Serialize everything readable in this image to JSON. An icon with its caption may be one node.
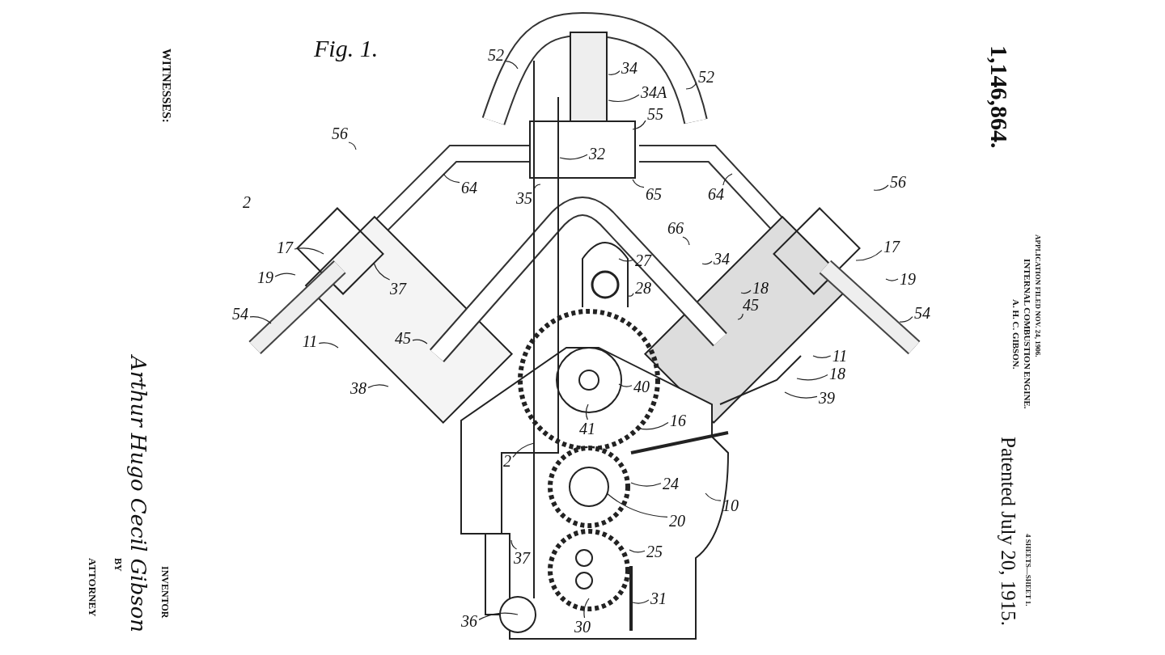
{
  "diagram": {
    "title": "Fig. 1.",
    "nodes": [
      {
        "text": [
          "52"
        ]
      },
      {
        "text": [
          "34"
        ]
      },
      {
        "text": [
          "34A"
        ]
      },
      {
        "text": [
          "55"
        ]
      },
      {
        "text": [
          "32"
        ]
      },
      {
        "text": [
          "35"
        ]
      },
      {
        "text": [
          "65"
        ]
      },
      {
        "text": [
          "52"
        ]
      },
      {
        "text": [
          "64"
        ]
      },
      {
        "text": [
          "56"
        ]
      },
      {
        "text": [
          "17"
        ]
      },
      {
        "text": [
          "19"
        ]
      },
      {
        "text": [
          "37"
        ]
      },
      {
        "text": [
          "54"
        ]
      },
      {
        "text": [
          "11"
        ]
      },
      {
        "text": [
          "45"
        ]
      },
      {
        "text": [
          "64"
        ]
      },
      {
        "text": [
          "66"
        ]
      },
      {
        "text": [
          "56"
        ]
      },
      {
        "text": [
          "34"
        ]
      },
      {
        "text": [
          "17"
        ]
      },
      {
        "text": [
          "18"
        ]
      },
      {
        "text": [
          "19"
        ]
      },
      {
        "text": [
          "45"
        ]
      },
      {
        "text": [
          "54"
        ]
      },
      {
        "text": [
          "27"
        ]
      },
      {
        "text": [
          "28"
        ]
      },
      {
        "text": [
          "11"
        ]
      },
      {
        "text": [
          "18"
        ]
      },
      {
        "text": [
          "39"
        ]
      },
      {
        "text": [
          "38"
        ]
      },
      {
        "text": [
          "40"
        ]
      },
      {
        "text": [
          "41"
        ]
      },
      {
        "text": [
          "16"
        ]
      },
      {
        "text": [
          "2"
        ]
      },
      {
        "text": [
          "24"
        ]
      },
      {
        "text": [
          "20"
        ]
      },
      {
        "text": [
          "10"
        ]
      },
      {
        "text": [
          "25"
        ]
      },
      {
        "text": [
          "37"
        ]
      },
      {
        "text": [
          "36"
        ]
      },
      {
        "text": [
          "30"
        ]
      },
      {
        "text": [
          "31"
        ]
      }
    ],
    "edges": [
      {
        "from": 0,
        "to": null,
        "arrow": "none"
      },
      {
        "from": 1,
        "to": null,
        "arrow": "none"
      },
      {
        "from": 2,
        "to": null,
        "arrow": "none"
      },
      {
        "from": 3,
        "to": null,
        "arrow": "none"
      },
      {
        "from": 4,
        "to": null,
        "arrow": "none"
      },
      {
        "from": 5,
        "to": null,
        "arrow": "none"
      },
      {
        "from": 6,
        "to": null,
        "arrow": "none"
      },
      {
        "from": 7,
        "to": null,
        "arrow": "none"
      },
      {
        "from": 8,
        "to": null,
        "arrow": "none"
      },
      {
        "from": 9,
        "to": null,
        "arrow": "none"
      },
      {
        "from": 10,
        "to": null,
        "arrow": "none"
      },
      {
        "from": 11,
        "to": null,
        "arrow": "none"
      },
      {
        "from": 12,
        "to": null,
        "arrow": "none"
      },
      {
        "from": 13,
        "to": null,
        "arrow": "none"
      },
      {
        "from": 14,
        "to": null,
        "arrow": "none"
      },
      {
        "from": 15,
        "to": null,
        "arrow": "none"
      },
      {
        "from": 16,
        "to": null,
        "arrow": "none"
      },
      {
        "from": 17,
        "to": null,
        "arrow": "none"
      },
      {
        "from": 18,
        "to": null,
        "arrow": "none"
      },
      {
        "from": 19,
        "to": null,
        "arrow": "none"
      },
      {
        "from": 20,
        "to": null,
        "arrow": "none"
      },
      {
        "from": 21,
        "to": null,
        "arrow": "none"
      },
      {
        "from": 22,
        "to": null,
        "arrow": "none"
      },
      {
        "from": 23,
        "to": null,
        "arrow": "none"
      },
      {
        "from": 24,
        "to": null,
        "arrow": "none"
      },
      {
        "from": 25,
        "to": null,
        "arrow": "none"
      },
      {
        "from": 26,
        "to": null,
        "arrow": "none"
      },
      {
        "from": 27,
        "to": null,
        "arrow": "none"
      },
      {
        "from": 28,
        "to": null,
        "arrow": "none"
      },
      {
        "from": 29,
        "to": null,
        "arrow": "none"
      },
      {
        "from": 30,
        "to": null,
        "arrow": "none"
      },
      {
        "from": 31,
        "to": null,
        "arrow": "none"
      },
      {
        "from": 32,
        "to": null,
        "arrow": "none"
      },
      {
        "from": 33,
        "to": null,
        "arrow": "none"
      },
      {
        "from": 34,
        "to": null,
        "arrow": "none"
      },
      {
        "from": 35,
        "to": null,
        "arrow": "none"
      },
      {
        "from": 36,
        "to": null,
        "arrow": "none"
      },
      {
        "from": 37,
        "to": null,
        "arrow": "none"
      },
      {
        "from": 38,
        "to": null,
        "arrow": "none"
      },
      {
        "from": 39,
        "to": null,
        "arrow": "none"
      },
      {
        "from": 40,
        "to": null,
        "arrow": "none"
      },
      {
        "from": 41,
        "to": null,
        "arrow": "none"
      },
      {
        "from": 42,
        "to": null,
        "arrow": "none"
      }
    ],
    "labels": [
      "WITNESSES:",
      "Arthur Hugo Cecil Gibson",
      "INVENTOR",
      "BY",
      "ATTORNEY",
      "2",
      "1,146,864.",
      "A. H. C. GIBSON.",
      "INTERNAL COMBUSTION ENGINE.",
      "APPLICATION FILED NOV. 24, 1906.",
      "Patented July 20, 1915.",
      "4 SHEETS—SHEET 1."
    ]
  }
}
